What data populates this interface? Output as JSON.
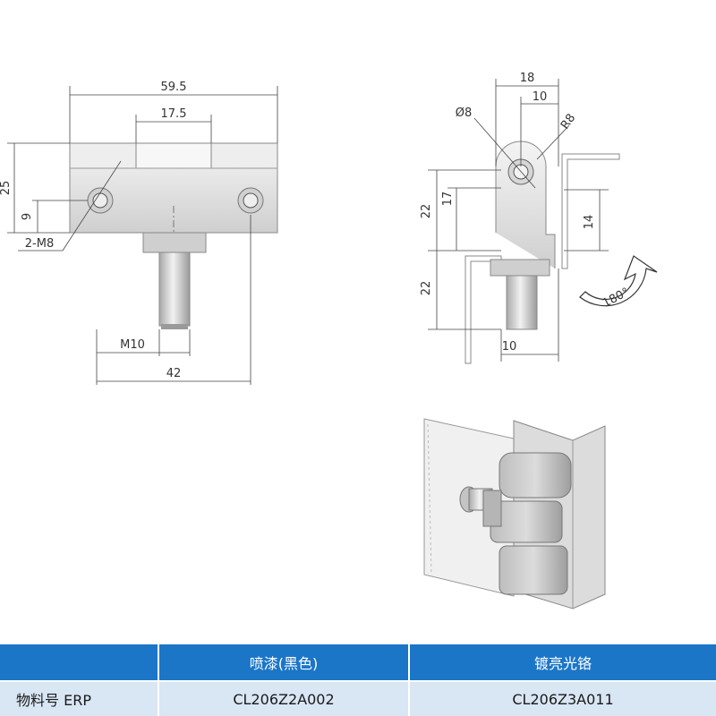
{
  "front_view": {
    "dims": {
      "overall_width": "59.5",
      "knuckle_width": "17.5",
      "height": "25",
      "hole_height": "9",
      "holes": "2-M8",
      "thread": "M10",
      "pin_spacing": "42"
    }
  },
  "side_view": {
    "dims": {
      "width": "18",
      "offset": "10",
      "diameter": "Ø8",
      "radius": "R8",
      "upper_height": "22",
      "inner_height": "17",
      "leaf_height": "14",
      "lower_height": "22",
      "bottom_offset": "10",
      "rotation": "180°"
    }
  },
  "colors": {
    "header_bg": "#1b76c8",
    "row_bg": "#d9e6f4",
    "line": "#444444"
  },
  "spec_table": {
    "headers": [
      "",
      "喷漆(黑色)",
      "镀亮光铬"
    ],
    "row": {
      "label": "物料号 ERP",
      "values": [
        "CL206Z2A002",
        "CL206Z3A011"
      ]
    }
  }
}
